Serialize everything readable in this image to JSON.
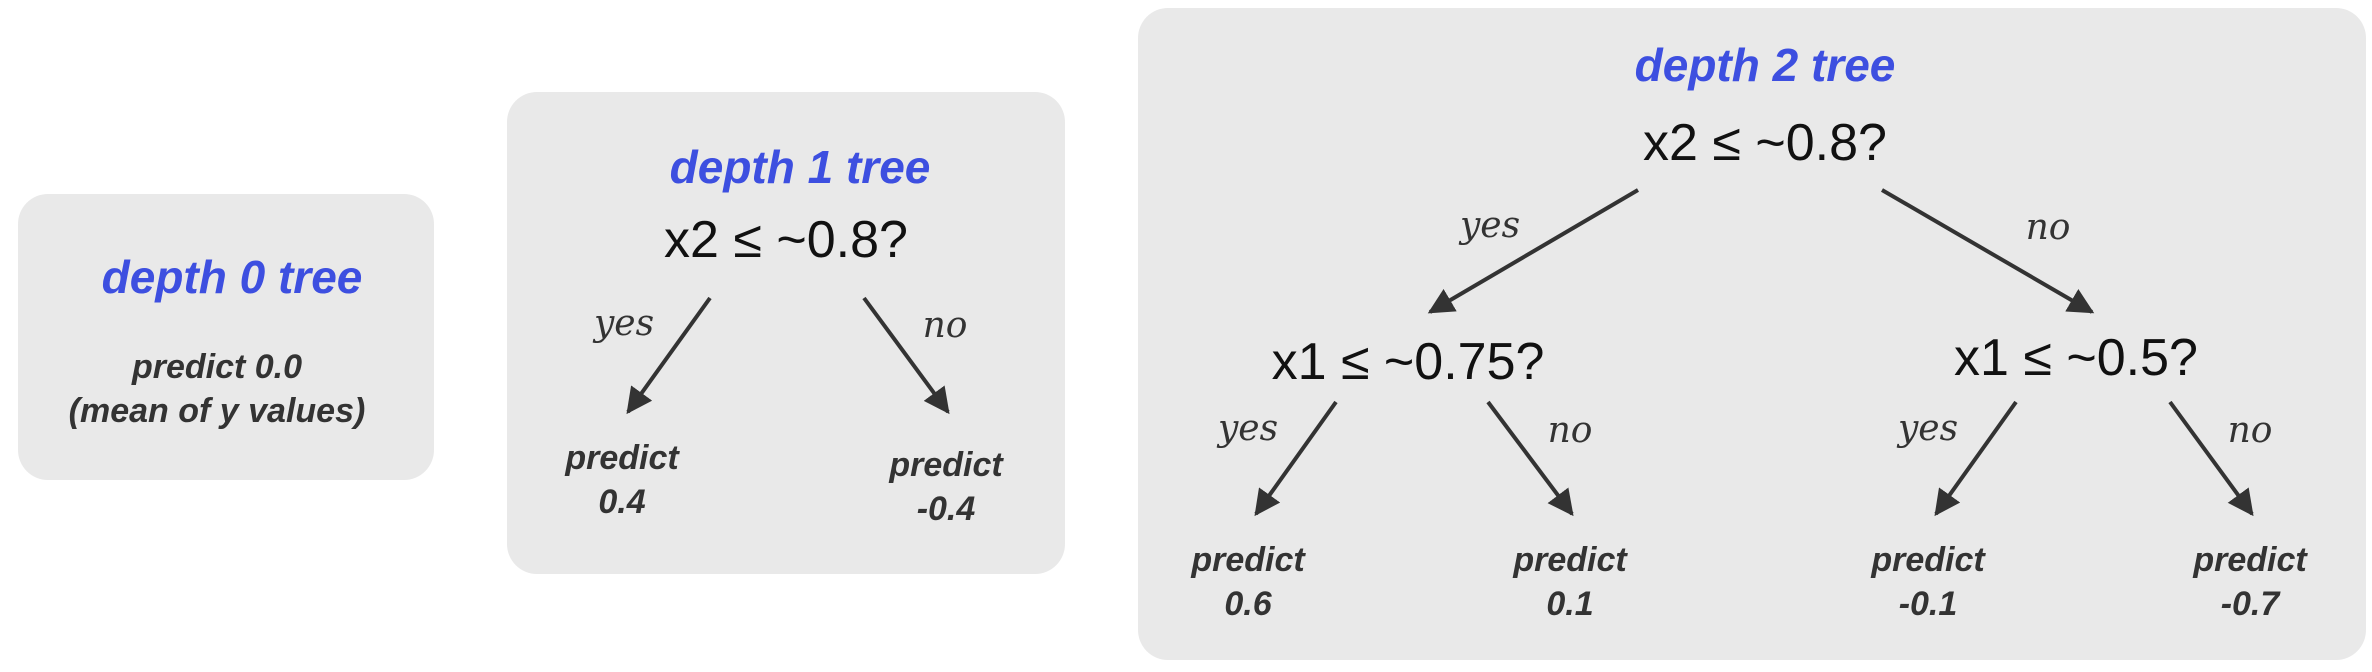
{
  "trees": {
    "depth0": {
      "title": "depth 0 tree",
      "predict_line1": "predict 0.0",
      "predict_line2": "(mean of y values)"
    },
    "depth1": {
      "title": "depth 1 tree",
      "root": "x2 ≤ ~0.8?",
      "yes_label": "yes",
      "no_label": "no",
      "leaf_yes": {
        "word": "predict",
        "value": "0.4"
      },
      "leaf_no": {
        "word": "predict",
        "value": "-0.4"
      }
    },
    "depth2": {
      "title": "depth 2 tree",
      "root": "x2 ≤ ~0.8?",
      "yes_label": "yes",
      "no_label": "no",
      "left_node": "x1 ≤ ~0.75?",
      "right_node": "x1 ≤ ~0.5?",
      "left_yes_label": "yes",
      "left_no_label": "no",
      "right_yes_label": "yes",
      "right_no_label": "no",
      "leaf_ll": {
        "word": "predict",
        "value": "0.6"
      },
      "leaf_lr": {
        "word": "predict",
        "value": "0.1"
      },
      "leaf_rl": {
        "word": "predict",
        "value": "-0.1"
      },
      "leaf_rr": {
        "word": "predict",
        "value": "-0.7"
      }
    }
  },
  "colors": {
    "title": "#3d4fe0",
    "panel": "#e9e9e9",
    "edge": "#333333"
  }
}
